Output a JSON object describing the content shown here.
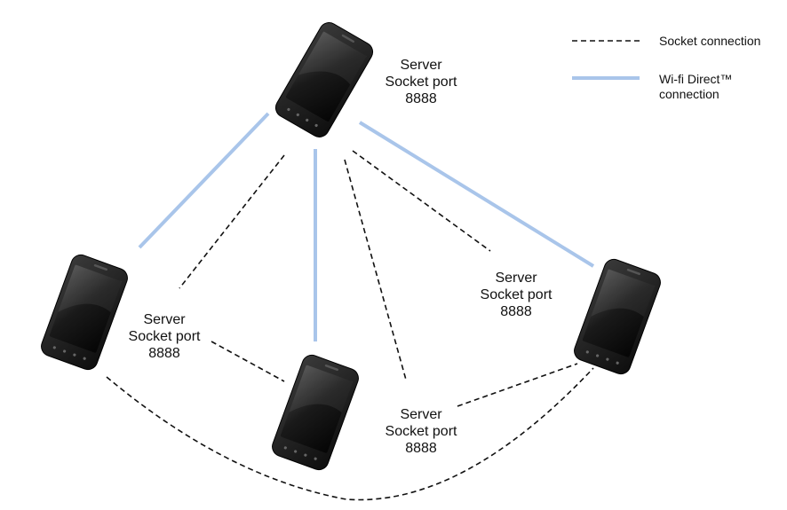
{
  "legend": {
    "socket_label": "Socket connection",
    "wifi_label_line1": "Wi-fi Direct™",
    "wifi_label_line2": "connection"
  },
  "colors": {
    "socket_line": "#111111",
    "wifi_line": "#a9c5ea",
    "phone_body": "#1c1c1c"
  },
  "devices": {
    "top": {
      "line1": "Server",
      "line2": "Socket port",
      "line3": "8888"
    },
    "left": {
      "line1": "Server",
      "line2": "Socket port",
      "line3": "8888"
    },
    "right": {
      "line1": "Server",
      "line2": "Socket port",
      "line3": "8888"
    },
    "bottom": {
      "line1": "Server",
      "line2": "Socket port",
      "line3": "8888"
    }
  }
}
